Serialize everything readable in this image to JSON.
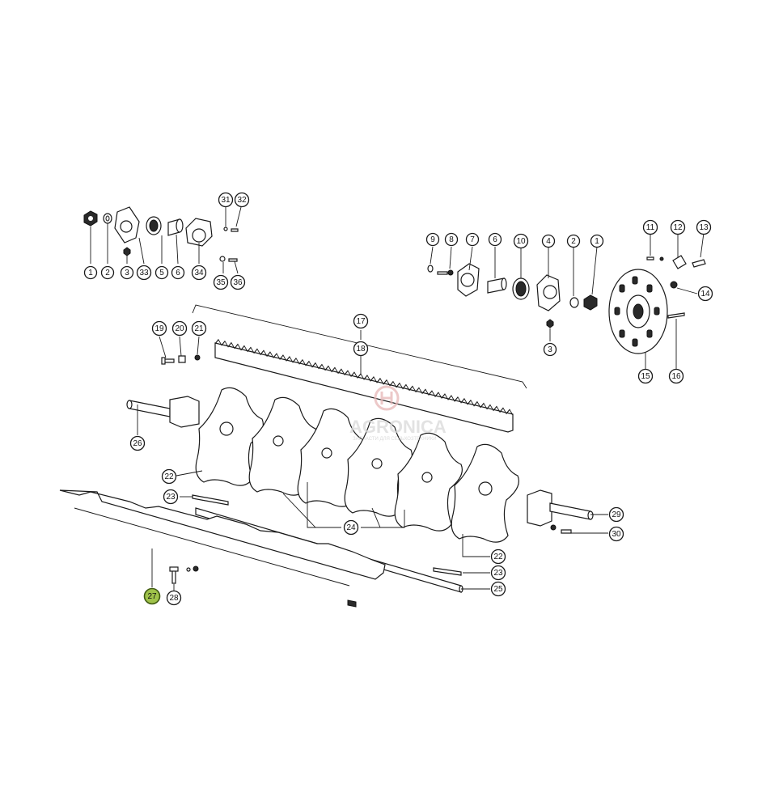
{
  "diagram": {
    "type": "exploded-parts-view",
    "highlighted_callout": "27",
    "highlight_color": "#9fc24a",
    "callouts": [
      {
        "id": "1",
        "label": "1"
      },
      {
        "id": "2",
        "label": "2"
      },
      {
        "id": "3",
        "label": "3"
      },
      {
        "id": "33",
        "label": "33"
      },
      {
        "id": "5",
        "label": "5"
      },
      {
        "id": "6",
        "label": "6"
      },
      {
        "id": "34",
        "label": "34"
      },
      {
        "id": "35",
        "label": "35"
      },
      {
        "id": "36",
        "label": "36"
      },
      {
        "id": "31",
        "label": "31"
      },
      {
        "id": "32",
        "label": "32"
      },
      {
        "id": "9r",
        "label": "9"
      },
      {
        "id": "8r",
        "label": "8"
      },
      {
        "id": "7r",
        "label": "7"
      },
      {
        "id": "6r",
        "label": "6"
      },
      {
        "id": "10r",
        "label": "10"
      },
      {
        "id": "4r",
        "label": "4"
      },
      {
        "id": "2r",
        "label": "2"
      },
      {
        "id": "1r",
        "label": "1"
      },
      {
        "id": "3r",
        "label": "3"
      },
      {
        "id": "11",
        "label": "11"
      },
      {
        "id": "12",
        "label": "12"
      },
      {
        "id": "13",
        "label": "13"
      },
      {
        "id": "14",
        "label": "14"
      },
      {
        "id": "15",
        "label": "15"
      },
      {
        "id": "16",
        "label": "16"
      },
      {
        "id": "17",
        "label": "17"
      },
      {
        "id": "18",
        "label": "18"
      },
      {
        "id": "19",
        "label": "19"
      },
      {
        "id": "20",
        "label": "20"
      },
      {
        "id": "21",
        "label": "21"
      },
      {
        "id": "26",
        "label": "26"
      },
      {
        "id": "22a",
        "label": "22"
      },
      {
        "id": "23a",
        "label": "23"
      },
      {
        "id": "24",
        "label": "24"
      },
      {
        "id": "22b",
        "label": "22"
      },
      {
        "id": "29",
        "label": "29"
      },
      {
        "id": "30",
        "label": "30"
      },
      {
        "id": "23b",
        "label": "23"
      },
      {
        "id": "25",
        "label": "25"
      },
      {
        "id": "27",
        "label": "27"
      },
      {
        "id": "28",
        "label": "28"
      }
    ]
  },
  "watermark": {
    "text": "AGRONICA",
    "subtext": "ЗАПЧАСТИ ДЛЯ СЕЛЬХОЗТЕХНИКИ"
  }
}
